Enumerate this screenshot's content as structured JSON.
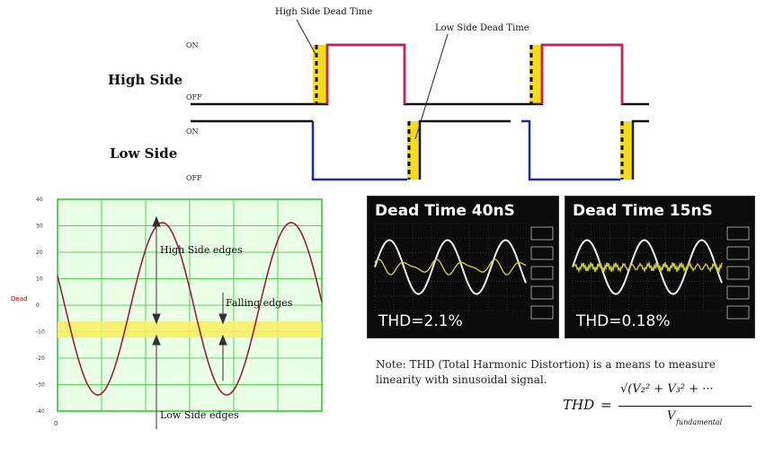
{
  "timing": {
    "high_side_label": "High Side",
    "low_side_label": "Low Side",
    "high_on": "ON",
    "high_off": "OFF",
    "low_on": "ON",
    "low_off": "OFF",
    "high_dead_time_label": "High Side Dead Time",
    "low_dead_time_label": "Low Side Dead Time",
    "colors": {
      "high_trace": "#d61a5e",
      "low_trace": "#1a2aa8",
      "dead_zone": "#f4dc1a",
      "base_line": "#111111"
    }
  },
  "sine_plot": {
    "y_ticks": [
      "40",
      "30",
      "20",
      "10",
      "0",
      "-10",
      "-20",
      "-30",
      "-40"
    ],
    "y_axis_label": "Dead",
    "annotations": {
      "high_edges": "High Side edges",
      "falling_edges": "Falling edges",
      "low_edges": "Low Side edges"
    },
    "colors": {
      "background": "#e9ffe6",
      "grid": "#2fbf3a",
      "sine": "#9a2040",
      "band": "#f6ef66"
    }
  },
  "scopes": [
    {
      "title": "Dead Time 40nS",
      "thd": "THD=2.1%"
    },
    {
      "title": "Dead Time 15nS",
      "thd": "THD=0.18%"
    }
  ],
  "note": {
    "text": "Note: THD (Total Harmonic Distortion) is a means to measure linearity with sinusoidal signal."
  },
  "formula": {
    "lhs": "THD",
    "numerator": "√(V₂² + V₃² + ···",
    "denominator": "V",
    "denominator_sub": "fundamental"
  }
}
